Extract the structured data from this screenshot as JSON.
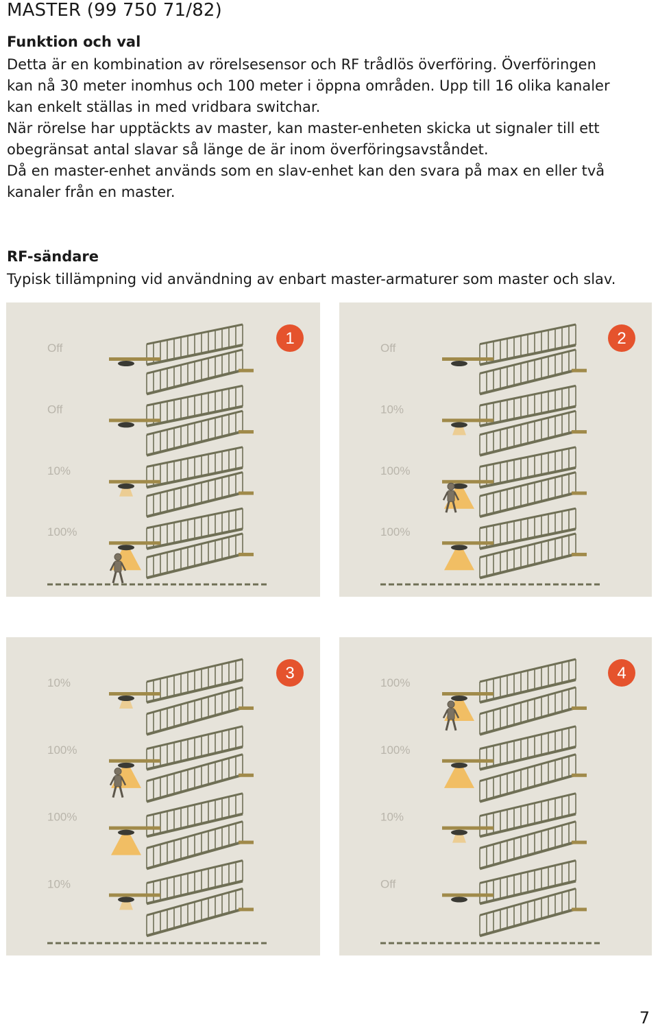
{
  "header": {
    "title": "MASTER (99 750 71/82)"
  },
  "section1": {
    "heading": "Funktion och val",
    "lines": [
      "Detta är en kombination av rörelsesensor och RF trådlös överföring. Överföringen",
      "kan nå 30 meter inomhus och 100 meter i öppna områden. Upp till 16 olika kanaler",
      "kan enkelt ställas in med vridbara switchar.",
      "När rörelse har upptäckts av master, kan master-enheten skicka ut signaler till ett",
      "obegränsat antal slavar så länge de är inom överföringsavståndet.",
      "Då en master-enhet används som en slav-enhet kan den svara på max en eller två",
      "kanaler från en master."
    ]
  },
  "section2": {
    "heading": "RF-sändare",
    "lines": [
      "Typisk tillämpning vid användning av enbart master-armaturer som master och slav."
    ]
  },
  "panels": [
    {
      "number": "1",
      "levels": [
        "Off",
        "Off",
        "10%",
        "100%"
      ],
      "person_floor": 4
    },
    {
      "number": "2",
      "levels": [
        "Off",
        "10%",
        "100%",
        "100%"
      ],
      "person_floor": 3
    },
    {
      "number": "3",
      "levels": [
        "10%",
        "100%",
        "100%",
        "10%"
      ],
      "person_floor": 2
    },
    {
      "number": "4",
      "levels": [
        "100%",
        "100%",
        "10%",
        "Off"
      ],
      "person_floor": 1
    }
  ],
  "colors": {
    "panel_bg": "#e6e3da",
    "stair": "#6f6f55",
    "landing": "#a08a4a",
    "badge": "#e5532d",
    "light": "#f4b13c",
    "label": "#b9b5ab"
  },
  "footer": {
    "page_number": "7"
  }
}
